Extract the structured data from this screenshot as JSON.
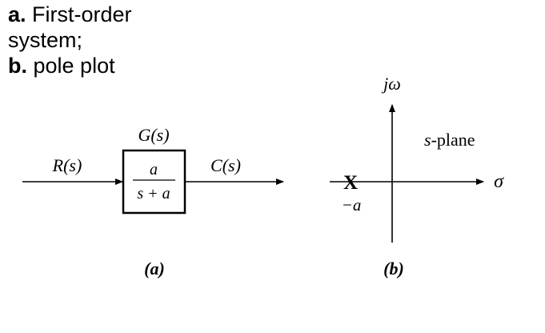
{
  "caption": {
    "line1_letter": "a.",
    "line1_text": " First-order",
    "line2_text": "system;",
    "line3_letter": "b.",
    "line3_text": " pole plot"
  },
  "block_diagram": {
    "block_name": "G(s)",
    "input_label": "R(s)",
    "output_label": "C(s)",
    "tf_numerator": "a",
    "tf_denominator": "s + a",
    "sublabel": "(a)"
  },
  "pole_plot": {
    "imag_axis_label": "jω",
    "real_axis_label": "σ",
    "plane_label_var": "s",
    "plane_label_rest": "-plane",
    "pole_marker": "X",
    "pole_label": "−a",
    "sublabel": "(b)"
  }
}
